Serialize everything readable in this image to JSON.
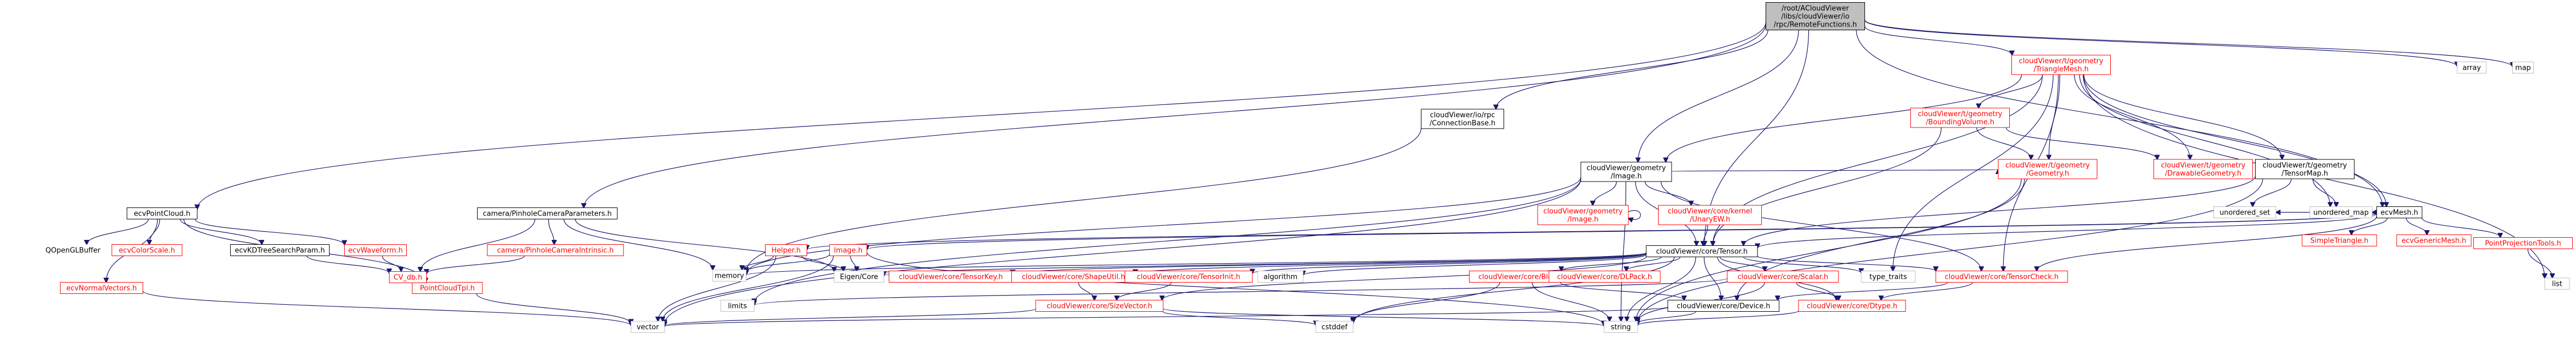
{
  "colors": {
    "edge": "#191970",
    "root_fill": "#bfbfbf",
    "root_stroke": "#000000",
    "node_fill": "#ffffff",
    "node_stroke_black": "#000000",
    "node_stroke_red": "#ff0000",
    "node_stroke_grey": "#bfbfbf",
    "text_black": "#000000",
    "text_red": "#ff0000"
  },
  "nodes": [
    {
      "id": "root",
      "lines": [
        "/root/ACloudViewer",
        "/libs/cloudViewer/io",
        "/rpc/RemoteFunctions.h"
      ],
      "style": "root"
    },
    {
      "id": "ecvPointCloud",
      "lines": [
        "ecvPointCloud.h"
      ],
      "style": "black"
    },
    {
      "id": "QOpenGLBuffer",
      "lines": [
        "QOpenGLBuffer"
      ],
      "style": "plain"
    },
    {
      "id": "ecvColorScale",
      "lines": [
        "ecvColorScale.h"
      ],
      "style": "red"
    },
    {
      "id": "ecvKDTree",
      "lines": [
        "ecvKDTreeSearchParam.h"
      ],
      "style": "black"
    },
    {
      "id": "ecvWaveform",
      "lines": [
        "ecvWaveform.h"
      ],
      "style": "red"
    },
    {
      "id": "ecvNormalVectors",
      "lines": [
        "ecvNormalVectors.h"
      ],
      "style": "red"
    },
    {
      "id": "PointCloudTpl",
      "lines": [
        "PointCloudTpl.h"
      ],
      "style": "red"
    },
    {
      "id": "CVdb",
      "lines": [
        "CV_db.h"
      ],
      "style": "red"
    },
    {
      "id": "PinholeParams",
      "lines": [
        "camera/PinholeCameraParameters.h"
      ],
      "style": "black"
    },
    {
      "id": "PinholeIntrinsic",
      "lines": [
        "camera/PinholeCameraIntrinsic.h"
      ],
      "style": "red"
    },
    {
      "id": "ConnectionBase",
      "lines": [
        "cloudViewer/io/rpc",
        "/ConnectionBase.h"
      ],
      "style": "black"
    },
    {
      "id": "GeomImage",
      "lines": [
        "cloudViewer/geometry",
        "/Image.h"
      ],
      "style": "black"
    },
    {
      "id": "GeomImageSelf",
      "lines": [
        "cloudViewer/geometry",
        "/Image.h"
      ],
      "style": "red"
    },
    {
      "id": "UnaryEW",
      "lines": [
        "cloudViewer/core/kernel",
        "/UnaryEW.h"
      ],
      "style": "red"
    },
    {
      "id": "TriangleMesh",
      "lines": [
        "cloudViewer/t/geometry",
        "/TriangleMesh.h"
      ],
      "style": "red"
    },
    {
      "id": "BoundingVolume",
      "lines": [
        "cloudViewer/t/geometry",
        "/BoundingVolume.h"
      ],
      "style": "red"
    },
    {
      "id": "Geometry",
      "lines": [
        "cloudViewer/t/geometry",
        "/Geometry.h"
      ],
      "style": "red"
    },
    {
      "id": "Drawable",
      "lines": [
        "cloudViewer/t/geometry",
        "/DrawableGeometry.h"
      ],
      "style": "red"
    },
    {
      "id": "TensorMap",
      "lines": [
        "cloudViewer/t/geometry",
        "/TensorMap.h"
      ],
      "style": "black"
    },
    {
      "id": "ecvMesh",
      "lines": [
        "ecvMesh.h"
      ],
      "style": "black"
    },
    {
      "id": "array",
      "lines": [
        "array"
      ],
      "style": "grey"
    },
    {
      "id": "map",
      "lines": [
        "map"
      ],
      "style": "grey"
    },
    {
      "id": "list",
      "lines": [
        "list"
      ],
      "style": "grey"
    },
    {
      "id": "Helper",
      "lines": [
        "Helper.h"
      ],
      "style": "red"
    },
    {
      "id": "ImageH",
      "lines": [
        "Image.h"
      ],
      "style": "red"
    },
    {
      "id": "Tensor",
      "lines": [
        "cloudViewer/core/Tensor.h"
      ],
      "style": "black"
    },
    {
      "id": "memory",
      "lines": [
        "memory"
      ],
      "style": "grey"
    },
    {
      "id": "EigenCore",
      "lines": [
        "Eigen/Core"
      ],
      "style": "grey"
    },
    {
      "id": "TensorKey",
      "lines": [
        "cloudViewer/core/TensorKey.h"
      ],
      "style": "red"
    },
    {
      "id": "ShapeUtil",
      "lines": [
        "cloudViewer/core/ShapeUtil.h"
      ],
      "style": "red"
    },
    {
      "id": "TensorInit",
      "lines": [
        "cloudViewer/core/TensorInit.h"
      ],
      "style": "red"
    },
    {
      "id": "algorithm",
      "lines": [
        "algorithm"
      ],
      "style": "grey"
    },
    {
      "id": "Blob",
      "lines": [
        "cloudViewer/core/Blob.h"
      ],
      "style": "red"
    },
    {
      "id": "DLPack",
      "lines": [
        "cloudViewer/core/DLPack.h"
      ],
      "style": "red"
    },
    {
      "id": "Scalar",
      "lines": [
        "cloudViewer/core/Scalar.h"
      ],
      "style": "red"
    },
    {
      "id": "typetraits",
      "lines": [
        "type_traits"
      ],
      "style": "grey"
    },
    {
      "id": "TensorCheck",
      "lines": [
        "cloudViewer/core/TensorCheck.h"
      ],
      "style": "red"
    },
    {
      "id": "unordered_set",
      "lines": [
        "unordered_set"
      ],
      "style": "grey"
    },
    {
      "id": "unordered_map",
      "lines": [
        "unordered_map"
      ],
      "style": "grey"
    },
    {
      "id": "SimpleTriangle",
      "lines": [
        "SimpleTriangle.h"
      ],
      "style": "red"
    },
    {
      "id": "ecvGenericMesh",
      "lines": [
        "ecvGenericMesh.h"
      ],
      "style": "red"
    },
    {
      "id": "PointProjection",
      "lines": [
        "PointProjectionTools.h"
      ],
      "style": "red"
    },
    {
      "id": "SizeVector",
      "lines": [
        "cloudViewer/core/SizeVector.h"
      ],
      "style": "red"
    },
    {
      "id": "Device",
      "lines": [
        "cloudViewer/core/Device.h"
      ],
      "style": "black"
    },
    {
      "id": "Dtype",
      "lines": [
        "cloudViewer/core/Dtype.h"
      ],
      "style": "red"
    },
    {
      "id": "limits",
      "lines": [
        "limits"
      ],
      "style": "grey"
    },
    {
      "id": "vector",
      "lines": [
        "vector"
      ],
      "style": "grey"
    },
    {
      "id": "cstddef",
      "lines": [
        "cstddef"
      ],
      "style": "grey"
    },
    {
      "id": "string",
      "lines": [
        "string"
      ],
      "style": "grey"
    }
  ],
  "edges": [
    [
      "root",
      "ecvPointCloud"
    ],
    [
      "root",
      "PinholeParams"
    ],
    [
      "root",
      "ConnectionBase"
    ],
    [
      "root",
      "GeomImage"
    ],
    [
      "root",
      "TriangleMesh"
    ],
    [
      "root",
      "ecvMesh"
    ],
    [
      "root",
      "array"
    ],
    [
      "root",
      "map"
    ],
    [
      "root",
      "Tensor"
    ],
    [
      "ecvPointCloud",
      "QOpenGLBuffer"
    ],
    [
      "ecvPointCloud",
      "ecvColorScale"
    ],
    [
      "ecvPointCloud",
      "ecvKDTree"
    ],
    [
      "ecvPointCloud",
      "ecvWaveform"
    ],
    [
      "ecvPointCloud",
      "ecvNormalVectors"
    ],
    [
      "ecvPointCloud",
      "PointCloudTpl"
    ],
    [
      "ecvKDTree",
      "CVdb"
    ],
    [
      "ecvWaveform",
      "CVdb"
    ],
    [
      "ecvNormalVectors",
      "vector"
    ],
    [
      "PointCloudTpl",
      "vector"
    ],
    [
      "PinholeParams",
      "PinholeIntrinsic"
    ],
    [
      "PinholeParams",
      "memory"
    ],
    [
      "PinholeParams",
      "EigenCore"
    ],
    [
      "PinholeParams",
      "CVdb"
    ],
    [
      "PinholeIntrinsic",
      "CVdb"
    ],
    [
      "ConnectionBase",
      "memory"
    ],
    [
      "GeomImage",
      "GeomImageSelf"
    ],
    [
      "GeomImage",
      "UnaryEW"
    ],
    [
      "GeomImage",
      "Tensor"
    ],
    [
      "GeomImage",
      "Geometry"
    ],
    [
      "GeomImage",
      "limits"
    ],
    [
      "GeomImage",
      "vector"
    ],
    [
      "GeomImage",
      "string"
    ],
    [
      "GeomImage",
      "memory"
    ],
    [
      "GeomImage",
      "TensorCheck"
    ],
    [
      "UnaryEW",
      "Tensor"
    ],
    [
      "TriangleMesh",
      "GeomImage"
    ],
    [
      "TriangleMesh",
      "BoundingVolume"
    ],
    [
      "TriangleMesh",
      "Geometry"
    ],
    [
      "TriangleMesh",
      "Drawable"
    ],
    [
      "TriangleMesh",
      "TensorMap"
    ],
    [
      "TriangleMesh",
      "ecvMesh"
    ],
    [
      "TriangleMesh",
      "Tensor"
    ],
    [
      "TriangleMesh",
      "TensorCheck"
    ],
    [
      "TriangleMesh",
      "typetraits"
    ],
    [
      "TriangleMesh",
      "list"
    ],
    [
      "TriangleMesh",
      "unordered_map"
    ],
    [
      "BoundingVolume",
      "Geometry"
    ],
    [
      "BoundingVolume",
      "Drawable"
    ],
    [
      "BoundingVolume",
      "Tensor"
    ],
    [
      "Geometry",
      "string"
    ],
    [
      "Geometry",
      "Device"
    ],
    [
      "TensorMap",
      "Tensor"
    ],
    [
      "TensorMap",
      "unordered_map"
    ],
    [
      "TensorMap",
      "unordered_set"
    ],
    [
      "TensorMap",
      "string"
    ],
    [
      "ecvMesh",
      "Tensor"
    ],
    [
      "ecvMesh",
      "Helper"
    ],
    [
      "ecvMesh",
      "ImageH"
    ],
    [
      "ecvMesh",
      "unordered_set"
    ],
    [
      "ecvMesh",
      "unordered_map"
    ],
    [
      "ecvMesh",
      "SimpleTriangle"
    ],
    [
      "ecvMesh",
      "ecvGenericMesh"
    ],
    [
      "ecvMesh",
      "PointProjection"
    ],
    [
      "ecvMesh",
      "TensorCheck"
    ],
    [
      "PointProjection",
      "list"
    ],
    [
      "Helper",
      "memory"
    ],
    [
      "Helper",
      "EigenCore"
    ],
    [
      "Helper",
      "vector"
    ],
    [
      "ImageH",
      "memory"
    ],
    [
      "ImageH",
      "EigenCore"
    ],
    [
      "ImageH",
      "vector"
    ],
    [
      "ImageH",
      "string"
    ],
    [
      "Tensor",
      "memory"
    ],
    [
      "Tensor",
      "EigenCore"
    ],
    [
      "Tensor",
      "TensorKey"
    ],
    [
      "Tensor",
      "ShapeUtil"
    ],
    [
      "Tensor",
      "TensorInit"
    ],
    [
      "Tensor",
      "algorithm"
    ],
    [
      "Tensor",
      "Blob"
    ],
    [
      "Tensor",
      "DLPack"
    ],
    [
      "Tensor",
      "Scalar"
    ],
    [
      "Tensor",
      "typetraits"
    ],
    [
      "Tensor",
      "TensorCheck"
    ],
    [
      "Tensor",
      "SizeVector"
    ],
    [
      "Tensor",
      "Device"
    ],
    [
      "Tensor",
      "Dtype"
    ],
    [
      "Tensor",
      "string"
    ],
    [
      "Tensor",
      "cstddef"
    ],
    [
      "ShapeUtil",
      "SizeVector"
    ],
    [
      "TensorInit",
      "SizeVector"
    ],
    [
      "Blob",
      "Device"
    ],
    [
      "Blob",
      "cstddef"
    ],
    [
      "Blob",
      "string"
    ],
    [
      "Scalar",
      "Dtype"
    ],
    [
      "Scalar",
      "string"
    ],
    [
      "Scalar",
      "limits"
    ],
    [
      "TensorCheck",
      "Device"
    ],
    [
      "TensorCheck",
      "Dtype"
    ],
    [
      "SizeVector",
      "vector"
    ],
    [
      "SizeVector",
      "cstddef"
    ],
    [
      "SizeVector",
      "string"
    ],
    [
      "Device",
      "string"
    ],
    [
      "Device",
      "vector"
    ],
    [
      "Dtype",
      "string"
    ]
  ]
}
